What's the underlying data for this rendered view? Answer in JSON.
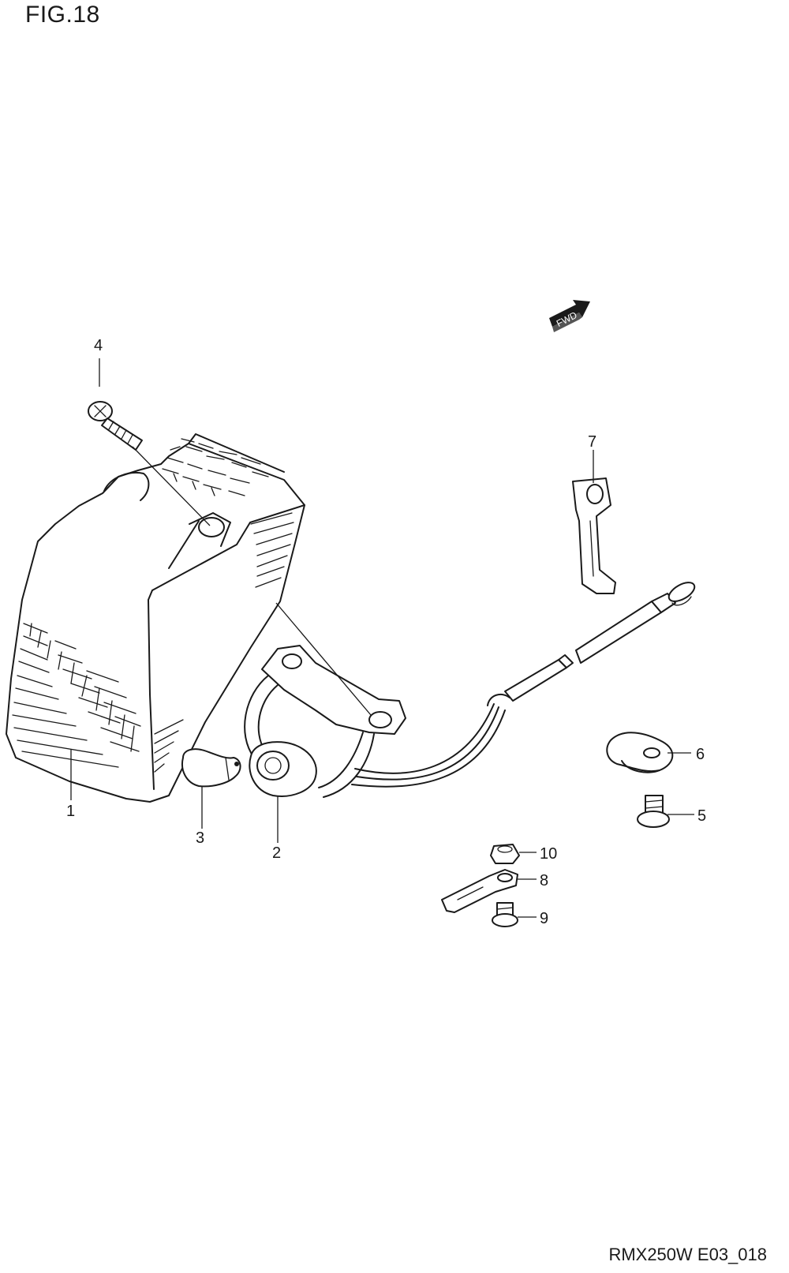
{
  "figure_title": "FIG.18",
  "drawing_code": "RMX250W E03_018",
  "direction_badge": "FWD",
  "callouts": {
    "c1": "1",
    "c2": "2",
    "c3": "3",
    "c4": "4",
    "c5": "5",
    "c6": "6",
    "c7": "7",
    "c8": "8",
    "c9": "9",
    "c10": "10"
  }
}
